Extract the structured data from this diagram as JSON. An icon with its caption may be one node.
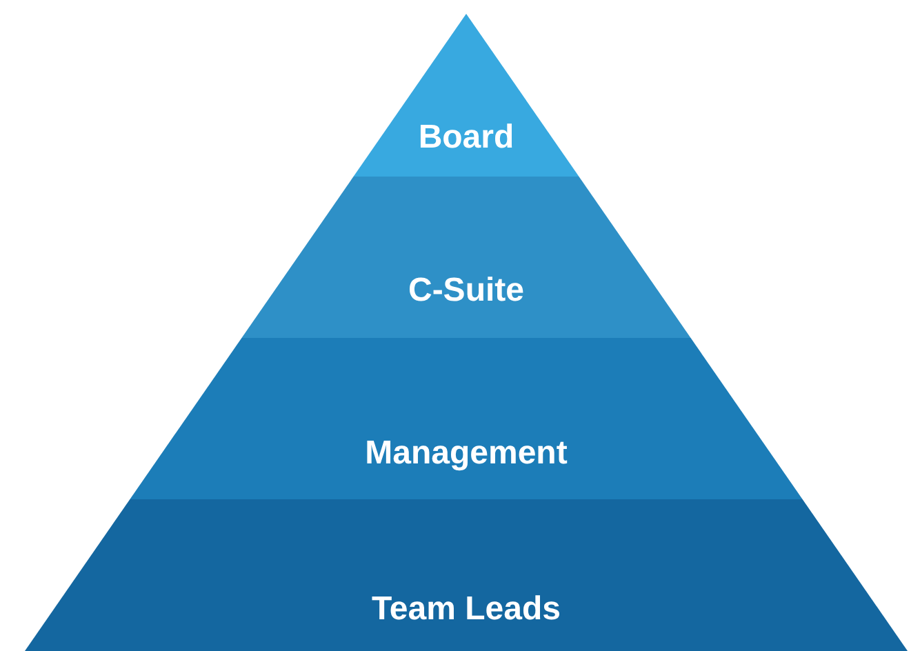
{
  "diagram": {
    "nodes": [
      {
        "text": [
          "Board"
        ]
      },
      {
        "text": [
          "C-Suite"
        ]
      },
      {
        "text": [
          "Management"
        ]
      },
      {
        "text": [
          "Team Leads"
        ]
      }
    ]
  }
}
